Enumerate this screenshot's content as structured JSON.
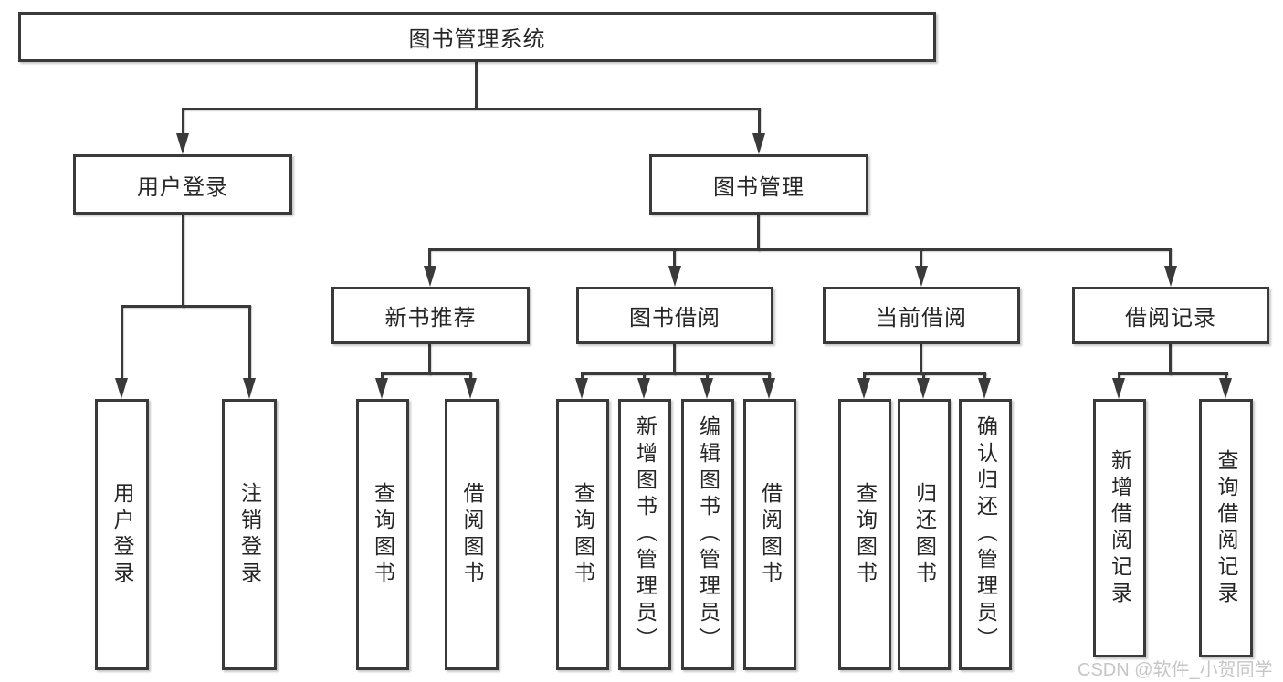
{
  "diagram": {
    "type": "hierarchy-tree",
    "tree": {
      "root": {
        "label": "图书管理系统",
        "children": [
          {
            "label": "用户登录",
            "children": [
              {
                "label": "用户登录"
              },
              {
                "label": "注销登录"
              }
            ]
          },
          {
            "label": "图书管理",
            "children": [
              {
                "label": "新书推荐",
                "children": [
                  {
                    "label": "查询图书"
                  },
                  {
                    "label": "借阅图书"
                  }
                ]
              },
              {
                "label": "图书借阅",
                "children": [
                  {
                    "label": "查询图书"
                  },
                  {
                    "label": "新增图书（管理员）"
                  },
                  {
                    "label": "编辑图书（管理员）"
                  },
                  {
                    "label": "借阅图书"
                  }
                ]
              },
              {
                "label": "当前借阅",
                "children": [
                  {
                    "label": "查询图书"
                  },
                  {
                    "label": "归还图书"
                  },
                  {
                    "label": "确认归还（管理员）"
                  }
                ]
              },
              {
                "label": "借阅记录",
                "children": [
                  {
                    "label": "新增借阅记录"
                  },
                  {
                    "label": "查询借阅记录"
                  }
                ]
              }
            ]
          }
        ]
      }
    },
    "watermark": {
      "text": "CSDN @软件_小贺同学"
    },
    "colors": {
      "box_border": "#3a3a3a",
      "connector_line": "#3a3a3a",
      "text": "#262626",
      "background": "#ffffff",
      "watermark_text": "#c6c6c6"
    }
  }
}
